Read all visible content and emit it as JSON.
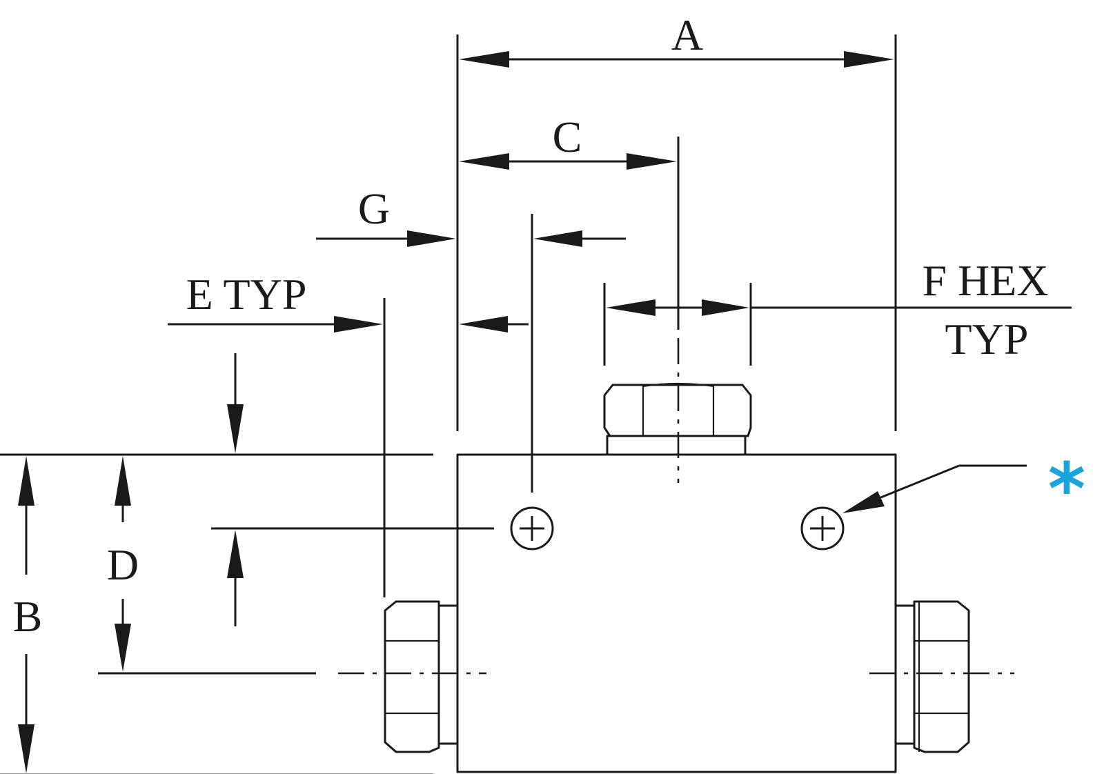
{
  "labels": {
    "a": "A",
    "b": "B",
    "c": "C",
    "d": "D",
    "e": "E TYP",
    "f_line1": "F HEX",
    "f_line2": "TYP",
    "g": "G",
    "note_marker": "*"
  },
  "colors": {
    "line": "#1a1a1a",
    "note_marker": "#1aa3dc"
  },
  "icons": {
    "mounting_hole": "circle-plus-icon"
  }
}
